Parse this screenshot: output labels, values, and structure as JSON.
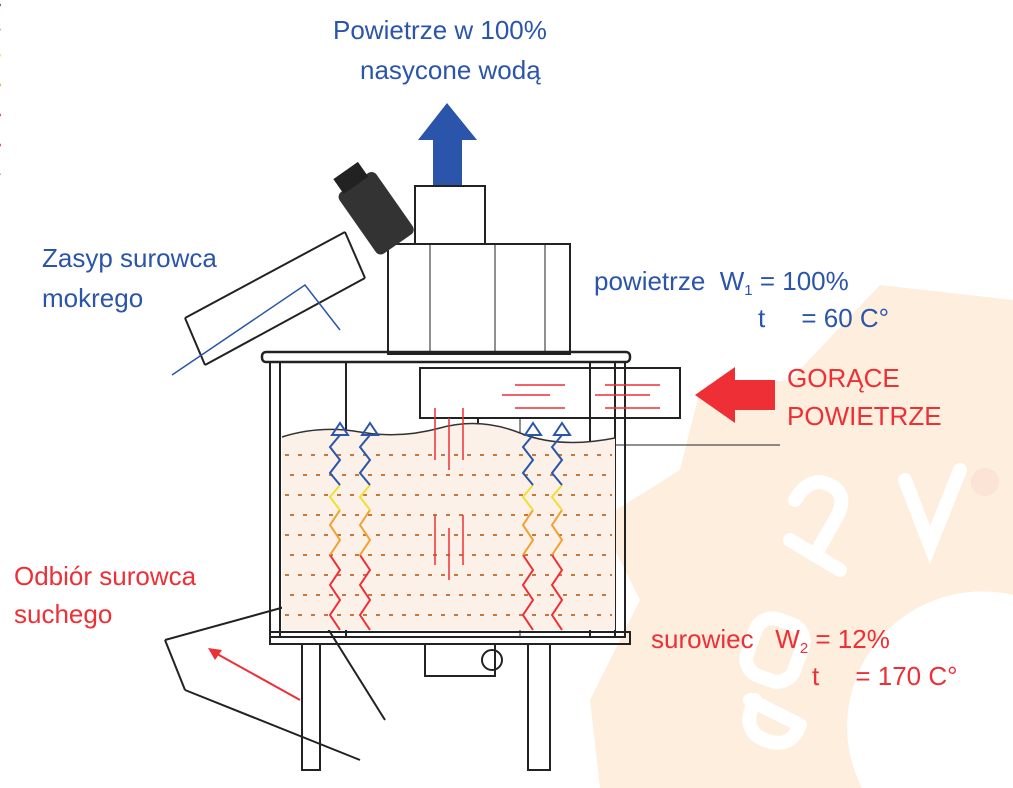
{
  "title": {
    "line1": "Powietrze w 100%",
    "line2": "nasycone wodą"
  },
  "input": {
    "line1": "Zasyp surowca",
    "line2": "mokrego"
  },
  "output": {
    "line1": "Odbiór surowca",
    "line2": "suchego"
  },
  "hot_air": {
    "line1": "GORĄCE",
    "line2": "POWIETRZE"
  },
  "air_params": {
    "name": "powietrze",
    "w_symbol": "W",
    "w_sub": "1",
    "w_value": "= 100%",
    "t_symbol": "t",
    "t_value": "= 60 C°"
  },
  "material_params": {
    "name": "surowiec",
    "w_symbol": "W",
    "w_sub": "2",
    "w_value": "= 12%",
    "t_symbol": "t",
    "t_value": "= 170 C°"
  },
  "watermark": {
    "text": "BORA"
  },
  "colors": {
    "blue": "#2b55aa",
    "red": "#ee2f36",
    "watermark": "#fdeedd",
    "material": "#c8783a",
    "yellow": "#f2e030",
    "orange": "#f4a030"
  }
}
